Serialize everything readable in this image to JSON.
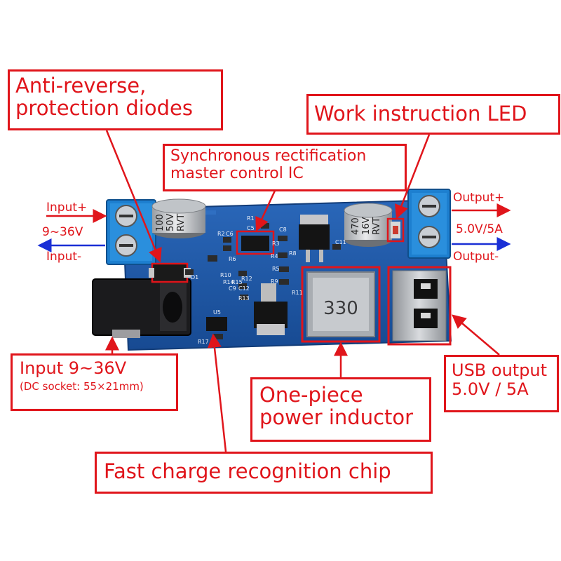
{
  "callouts": {
    "anti_reverse": {
      "line1": "Anti-reverse,",
      "line2": "protection diodes"
    },
    "sync_ic": {
      "line1": "Synchronous rectification",
      "line2": "master control IC"
    },
    "work_led": {
      "text": "Work instruction LED"
    },
    "input_dc": {
      "line1": "Input 9~36V",
      "line2": "(DC socket: 55×21mm)"
    },
    "inductor": {
      "line1": "One-piece",
      "line2": "power inductor"
    },
    "usb_out": {
      "line1": "USB output",
      "line2": "5.0V / 5A"
    },
    "fast_charge": {
      "text": "Fast charge recognition chip"
    }
  },
  "side_labels": {
    "input_plus": "Input+",
    "input_range": "9~36V",
    "input_minus": "Input-",
    "output_plus": "Output+",
    "output_value": "5.0V/5A",
    "output_minus": "Output-"
  },
  "board_markings": {
    "cap_left": [
      "100",
      "50V",
      "RVT"
    ],
    "cap_right": [
      "470",
      "16V",
      "RVT"
    ],
    "inductor_code": "330",
    "silk": [
      "R1",
      "R2",
      "C6",
      "C5",
      "C8",
      "R3",
      "R4",
      "R5",
      "R6",
      "R8",
      "R9",
      "R10",
      "R11",
      "R12",
      "R13",
      "R14",
      "R15",
      "C9",
      "C11",
      "C12",
      "D1",
      "U5",
      "R17"
    ]
  },
  "colors": {
    "callout_red": "#e0151b",
    "input_blue": "#1a2fd6",
    "pcb_blue": "#1f57a8",
    "terminal_blue": "#1d7fcf"
  }
}
